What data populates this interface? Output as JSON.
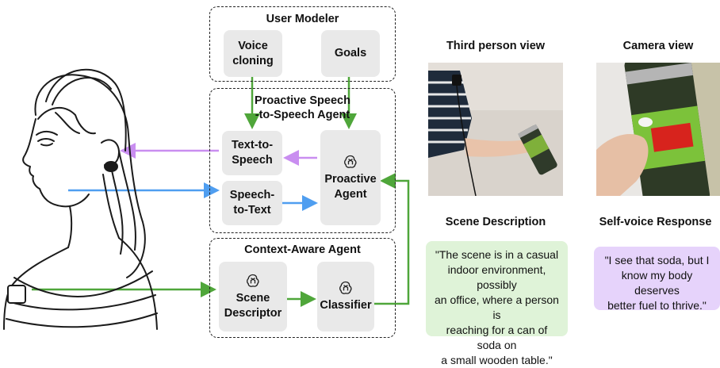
{
  "diagram": {
    "user_modeler": {
      "title": "User Modeler",
      "voice_cloning": "Voice\ncloning",
      "goals": "Goals"
    },
    "speech_agent": {
      "title": "Proactive Speech\n-to-Speech Agent",
      "tts": "Text-to-\nSpeech",
      "stt": "Speech-\nto-Text",
      "proactive_agent": "Proactive\nAgent"
    },
    "context_agent": {
      "title": "Context-Aware Agent",
      "scene_descriptor": "Scene\nDescriptor",
      "classifier": "Classifier"
    }
  },
  "right_panel": {
    "third_person_title": "Third person view",
    "camera_title": "Camera view",
    "scene_description_title": "Scene Description",
    "self_voice_title": "Self-voice Response",
    "scene_description_text": "\"The scene is in a casual\nindoor environment, possibly\nan office, where a person is\nreaching for a can of soda on\na small wooden table.\"",
    "self_voice_text": "\"I see that soda, but I\nknow my body deserves\nbetter fuel to thrive.\""
  },
  "colors": {
    "purple": "#c98ef0",
    "blue": "#4f9ef0",
    "green": "#4fa63a",
    "node_bg": "#e9e9e9",
    "scene_box": "#dff3d8",
    "voice_box": "#e6d3fb"
  },
  "icons": [
    "openai-logo-icon"
  ]
}
